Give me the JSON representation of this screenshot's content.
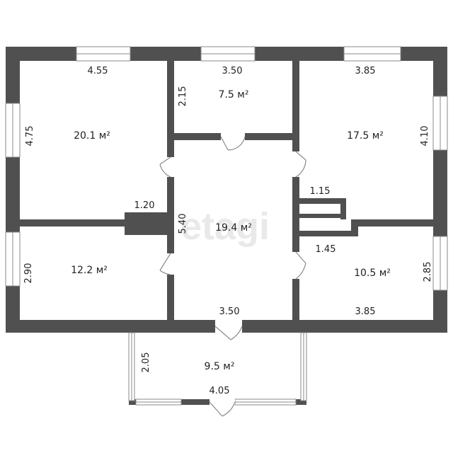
{
  "watermark": "etagi",
  "colors": {
    "wall": "#505050",
    "window_frame": "#8a8a8a",
    "door": "#8a8a8a",
    "label": "#222222"
  },
  "rooms": [
    {
      "id": "bedroom-top-left",
      "area": "20.1 м²"
    },
    {
      "id": "room-top-middle",
      "area": "7.5 м²"
    },
    {
      "id": "bedroom-top-right",
      "area": "17.5 м²"
    },
    {
      "id": "hall-center",
      "area": "19.4 м²"
    },
    {
      "id": "room-bottom-left",
      "area": "12.2 м²"
    },
    {
      "id": "room-bottom-right",
      "area": "10.5 м²"
    },
    {
      "id": "porch",
      "area": "9.5 м²"
    }
  ],
  "dimensions": [
    {
      "id": "top-left-width",
      "text": "4.55"
    },
    {
      "id": "top-middle-width",
      "text": "3.50"
    },
    {
      "id": "top-right-width",
      "text": "3.85"
    },
    {
      "id": "top-middle-depth",
      "text": "2.15"
    },
    {
      "id": "top-left-depth",
      "text": "4.75"
    },
    {
      "id": "top-right-depth",
      "text": "4.10"
    },
    {
      "id": "stove-width",
      "text": "1.20"
    },
    {
      "id": "hall-depth",
      "text": "5.40"
    },
    {
      "id": "niche-upper-width",
      "text": "1.15"
    },
    {
      "id": "niche-lower-width",
      "text": "1.45"
    },
    {
      "id": "bottom-left-depth",
      "text": "2.90"
    },
    {
      "id": "bottom-right-depth",
      "text": "2.85"
    },
    {
      "id": "hall-width",
      "text": "3.50"
    },
    {
      "id": "bottom-right-width",
      "text": "3.85"
    },
    {
      "id": "porch-depth",
      "text": "2.05"
    },
    {
      "id": "porch-width",
      "text": "4.05"
    }
  ]
}
